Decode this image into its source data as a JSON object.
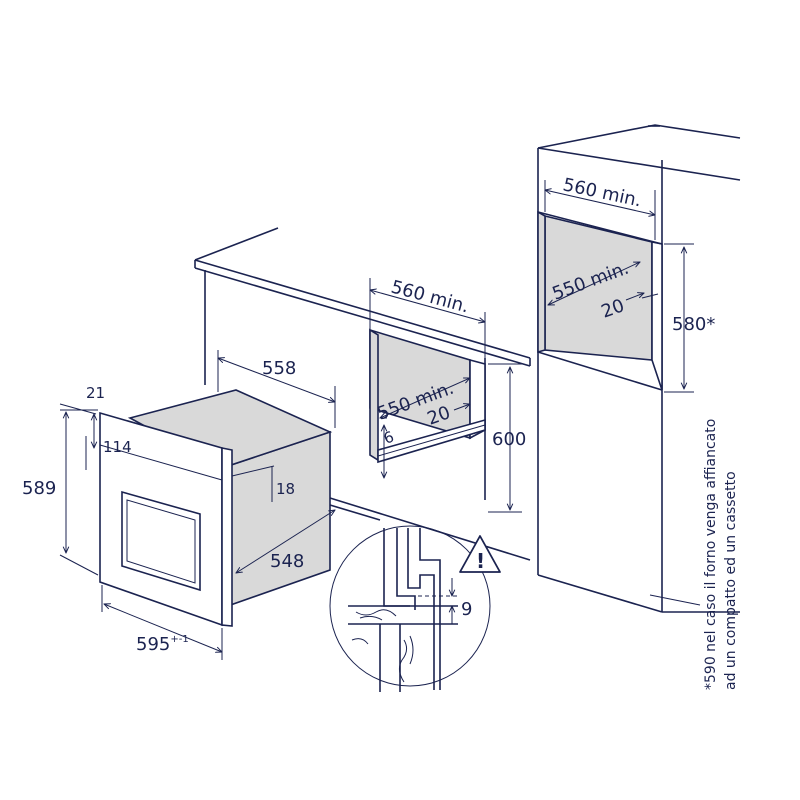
{
  "oven": {
    "width": "595",
    "width_tolerance": "+-1",
    "height": "589",
    "depth_body": "558",
    "depth_side": "548",
    "front_thickness": "21",
    "panel_height": "114",
    "body_offset": "18"
  },
  "under_counter": {
    "niche_width": "560 min.",
    "inner_width": "550 min.",
    "rear_gap": "20",
    "niche_height": "600",
    "step": "6"
  },
  "column": {
    "niche_width": "560 min.",
    "inner_width": "550 min.",
    "rear_gap": "20",
    "niche_height": "580*"
  },
  "detail": {
    "gap": "9",
    "warning_symbol": "!"
  },
  "footnote": {
    "line1": "*590 nel caso il forno venga affiancato",
    "line2": "ad un compatto ed un cassetto"
  }
}
